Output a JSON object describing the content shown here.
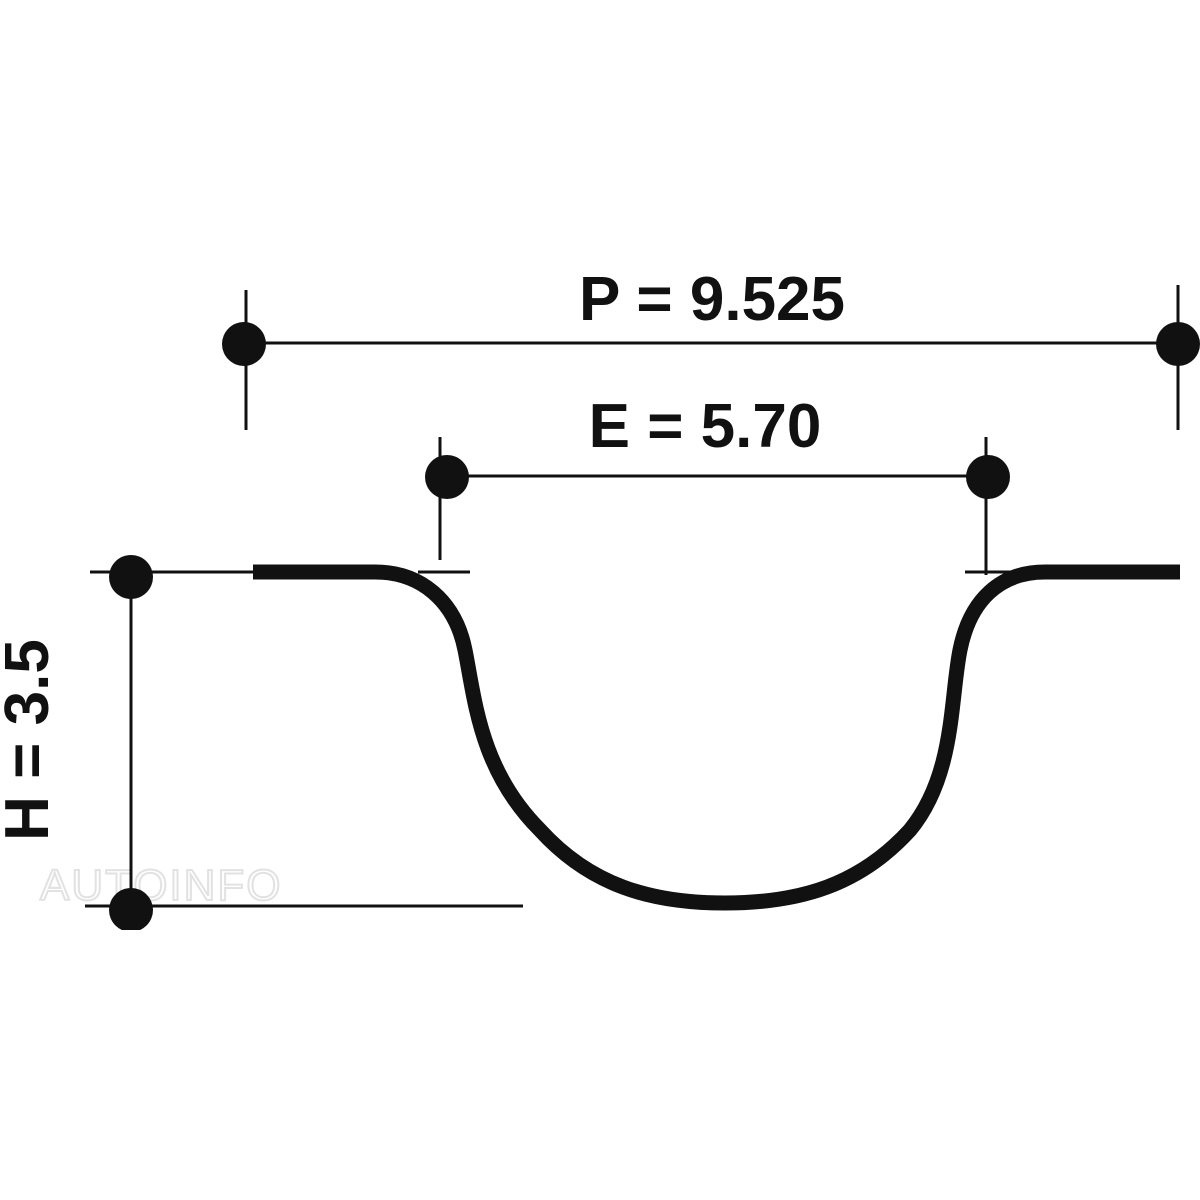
{
  "diagram": {
    "pitch_label": "P = 9.525",
    "width_label": "E = 5.70",
    "height_label": "H = 3.5",
    "watermark": "AUTOINFO",
    "colors": {
      "line": "#111111",
      "background": "#ffffff",
      "watermark": "#e2e2e2"
    }
  }
}
